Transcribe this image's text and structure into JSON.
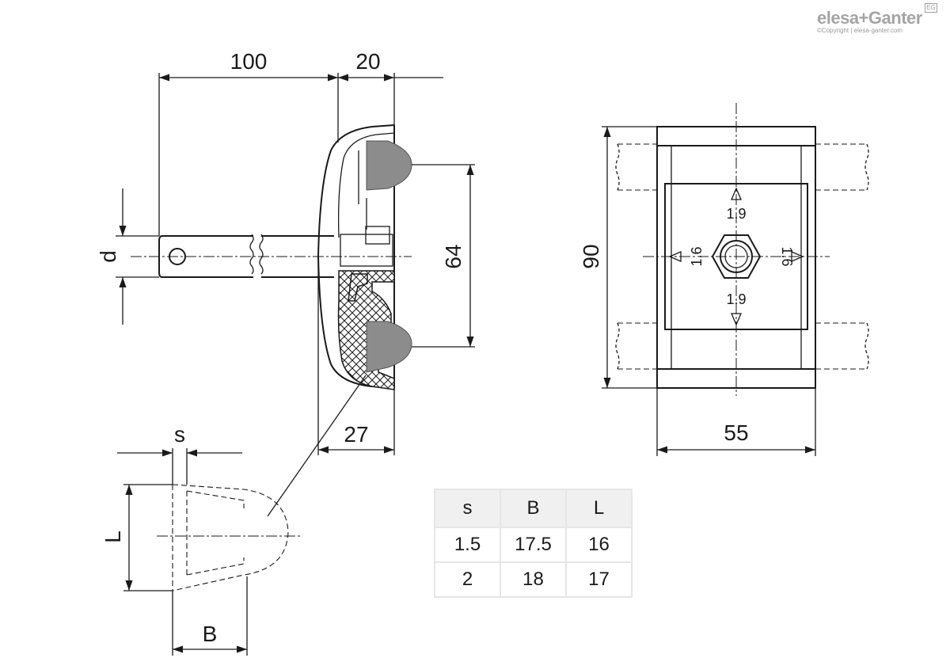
{
  "brand": {
    "name": "elesa+Ganter",
    "copyright": "©Copyright | elesa-ganter.com",
    "badge": "EG",
    "color": "#a5a5a5"
  },
  "dimensions": {
    "length_100": "100",
    "length_20": "20",
    "length_64": "64",
    "length_27": "27",
    "diameter_d": "d",
    "height_90": "90",
    "width_55": "55",
    "hex_top": "1.9",
    "hex_bottom": "1.9",
    "hex_left": "1.6",
    "hex_right": "1.6",
    "detail_s": "s",
    "detail_L": "L",
    "detail_B": "B"
  },
  "table": {
    "headers": [
      "s",
      "B",
      "L"
    ],
    "rows": [
      [
        "1.5",
        "17.5",
        "16"
      ],
      [
        "2",
        "18",
        "17"
      ]
    ]
  }
}
